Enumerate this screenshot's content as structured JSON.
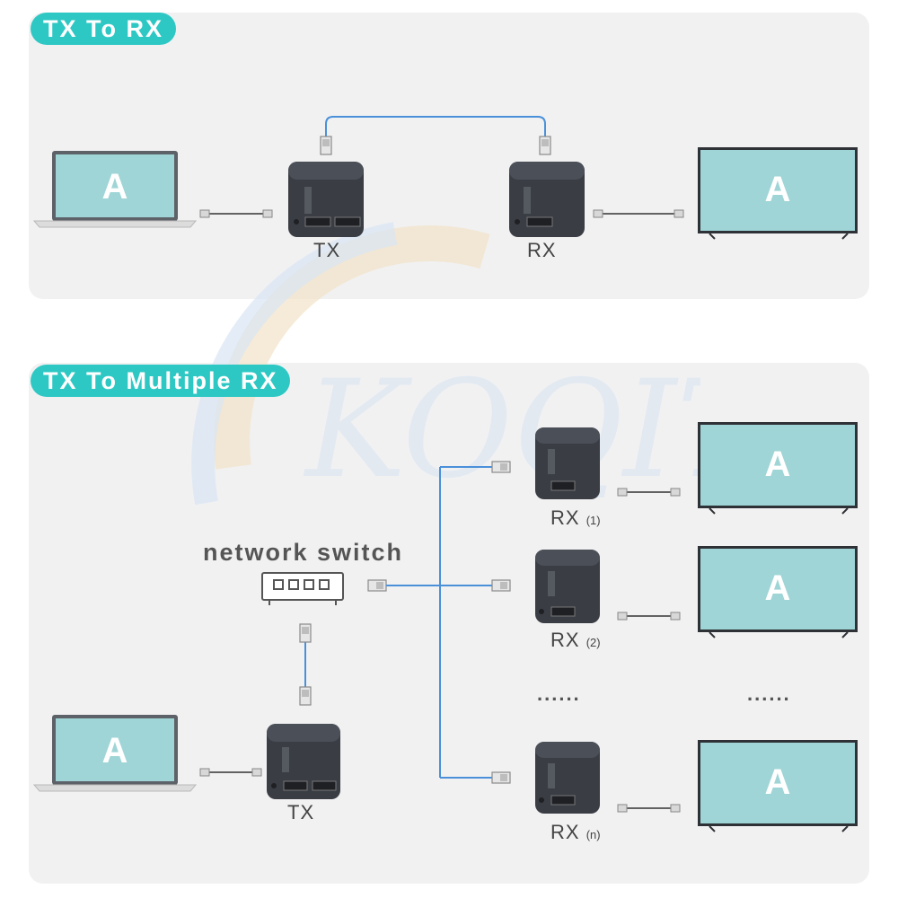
{
  "sections": {
    "single": {
      "title": "TX To RX"
    },
    "multi": {
      "title": "TX To Multiple RX"
    }
  },
  "screens": {
    "letter": "A"
  },
  "devices": {
    "tx": "TX",
    "rx": "RX",
    "rx1_index": "(1)",
    "rx2_index": "(2)",
    "rxn_index": "(n)"
  },
  "switch": {
    "label": "network switch"
  },
  "ellipsis": "......",
  "colors": {
    "accent": "#2ec8c4",
    "screen": "#9fd5d6",
    "cable": "#4a90d9",
    "device": "#3a3d44"
  }
}
